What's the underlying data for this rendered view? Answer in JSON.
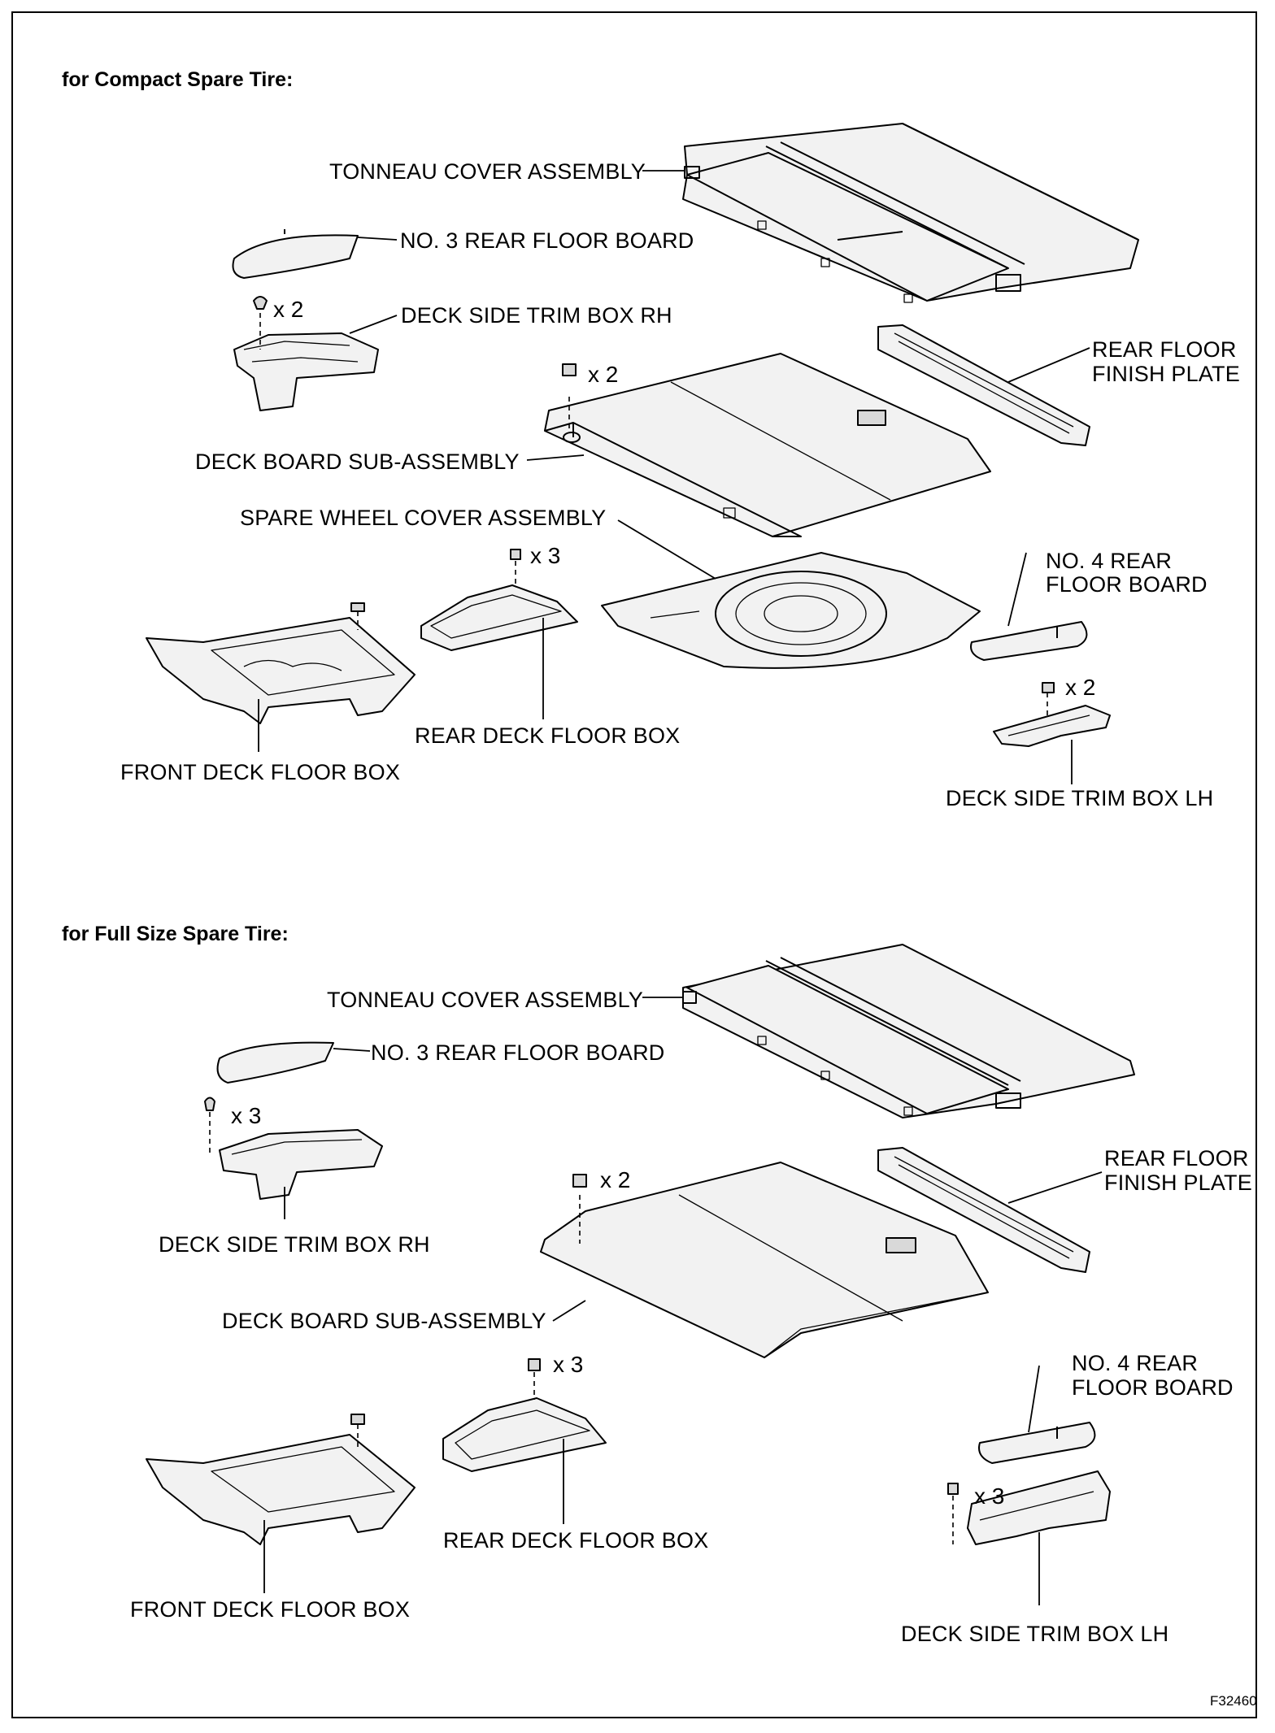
{
  "figure_id": "F32460",
  "sections": [
    {
      "heading": "for Compact Spare Tire:",
      "labels": {
        "tonneau": "TONNEAU COVER ASSEMBLY",
        "no3_board": "NO. 3 REAR FLOOR BOARD",
        "side_rh": "DECK SIDE TRIM BOX RH",
        "finish_plate_1": "REAR FLOOR",
        "finish_plate_2": "FINISH PLATE",
        "deck_board": "DECK BOARD SUB-ASSEMBLY",
        "spare_cover": "SPARE WHEEL COVER ASSEMBLY",
        "no4_board_1": "NO. 4 REAR",
        "no4_board_2": "FLOOR BOARD",
        "rear_box": "REAR DECK FLOOR BOX",
        "front_box": "FRONT DECK FLOOR BOX",
        "side_lh": "DECK SIDE TRIM BOX LH"
      },
      "quantities": {
        "side_rh_clips": "x 2",
        "deck_board_bolts": "x 2",
        "rear_box_clips": "x 3",
        "side_lh_clips": "x 2"
      }
    },
    {
      "heading": "for Full Size Spare Tire:",
      "labels": {
        "tonneau": "TONNEAU COVER ASSEMBLY",
        "no3_board": "NO. 3 REAR FLOOR BOARD",
        "side_rh": "DECK SIDE TRIM BOX RH",
        "finish_plate_1": "REAR FLOOR",
        "finish_plate_2": "FINISH PLATE",
        "deck_board": "DECK BOARD SUB-ASSEMBLY",
        "no4_board_1": "NO. 4 REAR",
        "no4_board_2": "FLOOR BOARD",
        "rear_box": "REAR DECK FLOOR BOX",
        "front_box": "FRONT DECK FLOOR BOX",
        "side_lh": "DECK SIDE TRIM BOX LH"
      },
      "quantities": {
        "side_rh_clips": "x 3",
        "deck_board_bolts": "x 2",
        "rear_box_clips": "x 3",
        "side_lh_clips": "x 3"
      }
    }
  ]
}
